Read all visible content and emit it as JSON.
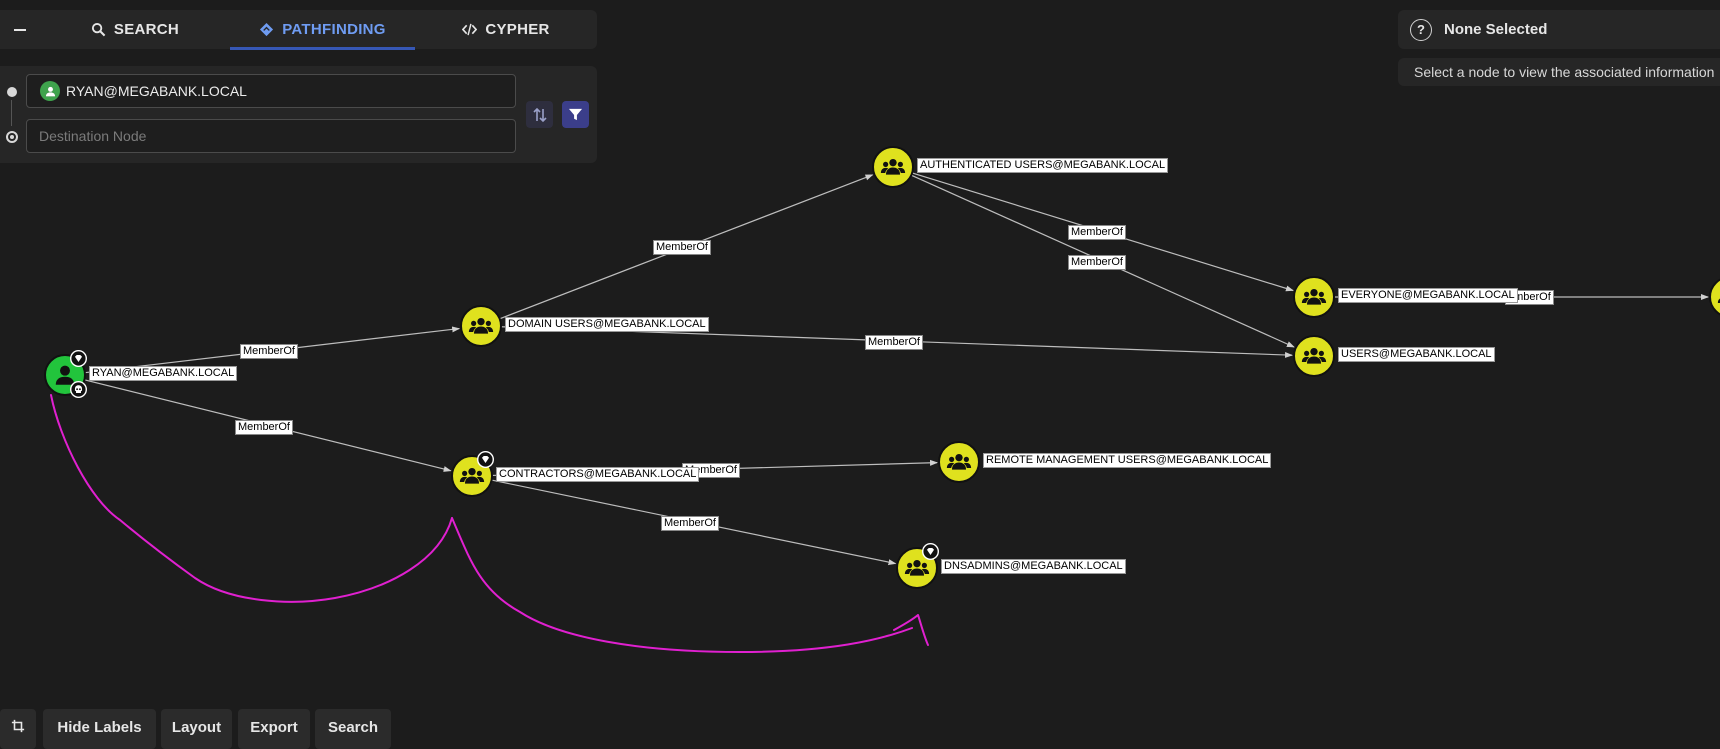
{
  "search_panel": {
    "tabs": [
      {
        "label": "SEARCH",
        "icon": "search-icon"
      },
      {
        "label": "PATHFINDING",
        "icon": "diamond-icon",
        "active": true
      },
      {
        "label": "CYPHER",
        "icon": "code-icon"
      }
    ],
    "start_node": {
      "value": "RYAN@MEGABANK.LOCAL",
      "icon": "user-icon"
    },
    "destination_node": {
      "value": "",
      "placeholder": "Destination Node"
    }
  },
  "info_panel": {
    "title": "None Selected",
    "message": "Select a node to view the associated information"
  },
  "graph": {
    "colors": {
      "group": "#dfe11e",
      "user": "#22c43c",
      "edge": "#bdbdbd",
      "annotation": "#e020d0"
    },
    "nodes": [
      {
        "id": "ryan",
        "label": "RYAN@MEGABANK.LOCAL",
        "kind": "user",
        "badges": [
          "gem",
          "skull"
        ]
      },
      {
        "id": "domusers",
        "label": "DOMAIN USERS@MEGABANK.LOCAL",
        "kind": "group"
      },
      {
        "id": "authusers",
        "label": "AUTHENTICATED USERS@MEGABANK.LOCAL",
        "kind": "group"
      },
      {
        "id": "everyone",
        "label": "EVERYONE@MEGABANK.LOCAL",
        "kind": "group"
      },
      {
        "id": "users",
        "label": "USERS@MEGABANK.LOCAL",
        "kind": "group"
      },
      {
        "id": "contractors",
        "label": "CONTRACTORS@MEGABANK.LOCAL",
        "kind": "group",
        "badges": [
          "gem"
        ]
      },
      {
        "id": "remote",
        "label": "REMOTE MANAGEMENT USERS@MEGABANK.LOCAL",
        "kind": "group"
      },
      {
        "id": "dnsadmins",
        "label": "DNSADMINS@MEGABANK.LOCAL",
        "kind": "group",
        "badges": [
          "gem"
        ]
      },
      {
        "id": "offscreen",
        "label": "",
        "kind": "group"
      }
    ],
    "edges": [
      {
        "from": "ryan",
        "to": "domusers",
        "label": "MemberOf"
      },
      {
        "from": "ryan",
        "to": "contractors",
        "label": "MemberOf"
      },
      {
        "from": "domusers",
        "to": "authusers",
        "label": "MemberOf"
      },
      {
        "from": "domusers",
        "to": "users",
        "label": "MemberOf"
      },
      {
        "from": "authusers",
        "to": "everyone",
        "label": "MemberOf"
      },
      {
        "from": "authusers",
        "to": "users",
        "label": "MemberOf"
      },
      {
        "from": "contractors",
        "to": "remote",
        "label": "MemberOf"
      },
      {
        "from": "contractors",
        "to": "dnsadmins",
        "label": "MemberOf"
      },
      {
        "from": "everyone",
        "to": "offscreen",
        "label": "emberOf"
      }
    ]
  },
  "toolbar": {
    "buttons": [
      "Hide Labels",
      "Layout",
      "Export",
      "Search"
    ]
  }
}
